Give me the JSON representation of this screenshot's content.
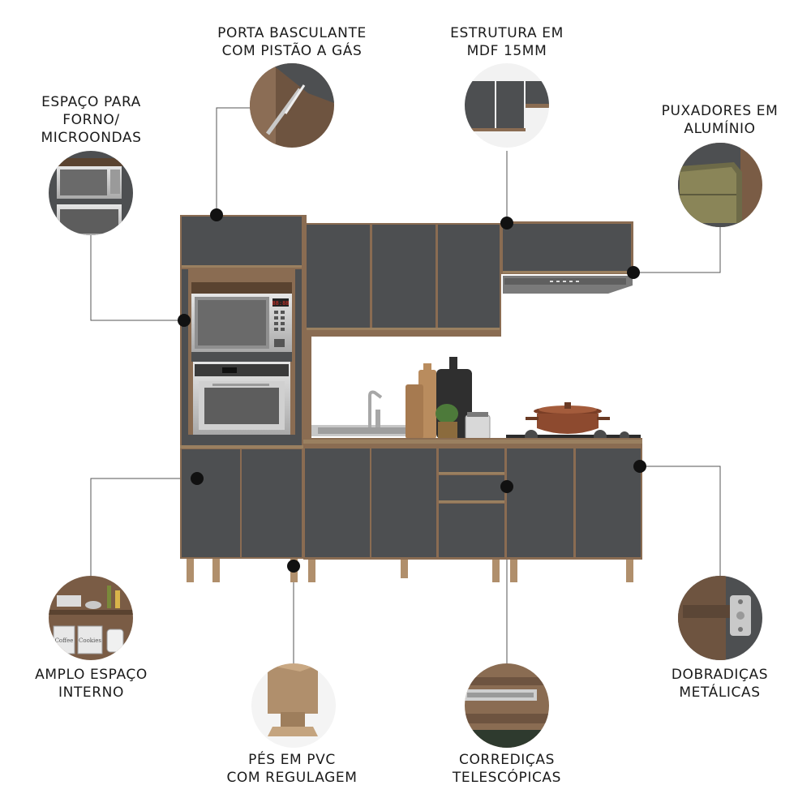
{
  "features": {
    "porta_basculante": "PORTA BASCULANTE\nCOM PISTÃO A GÁS",
    "estrutura_mdf": "ESTRUTURA EM\nMDF 15MM",
    "espaco_forno": "ESPAÇO PARA\nFORNO/\nMICROONDAS",
    "puxadores": "PUXADORES EM\nALUMÍNIO",
    "amplo_espaco": "AMPLO ESPAÇO\nINTERNO",
    "pes_pvc": "PÉS EM PVC\nCOM REGULAGEM",
    "corredicas": "CORREDIÇAS\nTELESCÓPICAS",
    "dobradicas": "DOBRADIÇAS\nMETÁLICAS"
  },
  "microwave_display": "88:88",
  "jar_labels": [
    "Coffee",
    "Cookies"
  ],
  "colors": {
    "cabinet": "#4d4f51",
    "wood": "#8a6c52",
    "bronze": "#9a8060",
    "steel": "#c9c9c9",
    "dot": "#111111",
    "line": "#555555"
  }
}
